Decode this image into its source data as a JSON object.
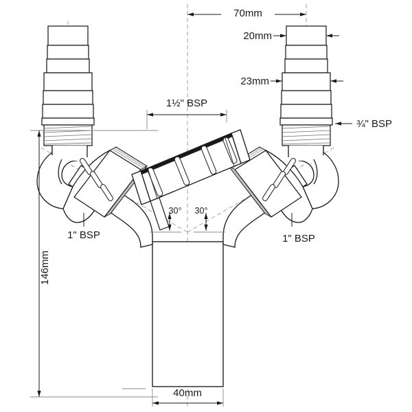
{
  "drawing": {
    "title": "Washing machine Y-piece appliance connector technical drawing",
    "type": "engineering-dimension-drawing",
    "view": "front elevation",
    "units": "mm / BSP thread sizes",
    "background_color": "#ffffff",
    "line_color": "#1a1a1a",
    "thin_line_color": "#8a8a8a",
    "centerline_color": "#9a9a9a"
  },
  "dimensions": {
    "overall_width": "70mm",
    "overall_height": "146mm",
    "outlet_diameter": "40mm",
    "barb_small_diameter": "20mm",
    "barb_large_diameter": "23mm"
  },
  "labels": {
    "width_70": "70mm",
    "barb_20": "20mm",
    "barb_23": "23mm",
    "thread_top_center": "1½\" BSP",
    "thread_barb_right": "¾\" BSP",
    "thread_nut_left": "1\" BSP",
    "thread_nut_right": "1\" BSP",
    "height_146": "146mm",
    "outlet_40": "40mm",
    "angle_left": "30°",
    "angle_right": "30°"
  },
  "parts": [
    {
      "name": "left-hose-barb",
      "thread": "¾\" BSP",
      "barb_steps": 7
    },
    {
      "name": "right-hose-barb",
      "thread": "¾\" BSP",
      "barb_steps": 7
    },
    {
      "name": "left-elbow-nut",
      "thread": "1\" BSP",
      "ribs": 3
    },
    {
      "name": "right-elbow-nut",
      "thread": "1\" BSP",
      "ribs": 3
    },
    {
      "name": "center-access-cap",
      "thread": "1½\" BSP",
      "ribs": 4
    },
    {
      "name": "outlet-pipe",
      "diameter": "40mm"
    }
  ]
}
